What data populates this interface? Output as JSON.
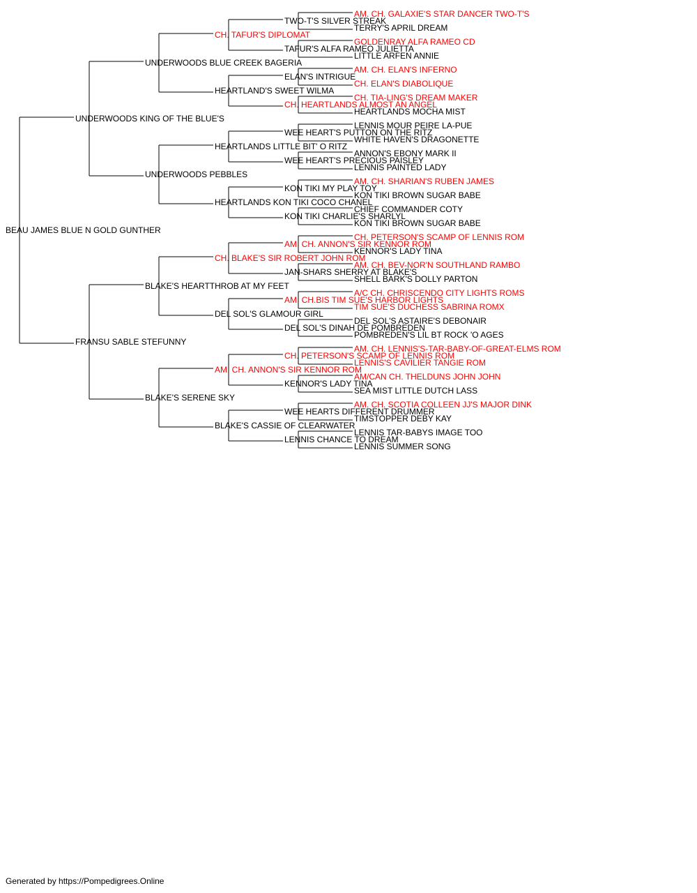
{
  "colors": {
    "champion": "#ff0000",
    "normal": "#000000",
    "line": "#000000"
  },
  "subject": {
    "name": "BEAU JAMES BLUE N GOLD GUNTHER",
    "champion": false
  },
  "ancestors": [
    {
      "name": "UNDERWOODS KING OF THE BLUE'S",
      "champion": false
    },
    {
      "name": "UNDERWOODS BLUE CREEK BAGERIA",
      "champion": false
    },
    {
      "name": "CH. TAFUR'S DIPLOMAT",
      "champion": true
    },
    {
      "name": "TWO-T'S SILVER STREAK",
      "champion": false
    },
    {
      "name": "AM. CH. GALAXIE'S STAR DANCER TWO-T'S",
      "champion": true
    },
    {
      "name": "TERRY'S APRIL DREAM",
      "champion": false
    },
    {
      "name": "TAFUR'S ALFA RAMEO JULIETTA",
      "champion": false
    },
    {
      "name": "GOLDENRAY ALFA RAMEO CD",
      "champion": true
    },
    {
      "name": "LITTLE ARFEN ANNIE",
      "champion": false
    },
    {
      "name": "HEARTLAND'S SWEET WILMA",
      "champion": false
    },
    {
      "name": "ELAN'S INTRIGUE",
      "champion": false
    },
    {
      "name": "AM. CH. ELAN'S INFERNO",
      "champion": true
    },
    {
      "name": "CH. ELAN'S DIABOLIQUE",
      "champion": true
    },
    {
      "name": "CH. HEARTLANDS ALMOST AN ANGEL",
      "champion": true
    },
    {
      "name": "CH. TIA-LING'S DREAM MAKER",
      "champion": true
    },
    {
      "name": "HEARTLANDS MOCHA MIST",
      "champion": false
    },
    {
      "name": "UNDERWOODS PEBBLES",
      "champion": false
    },
    {
      "name": "HEARTLANDS LITTLE BIT' O RITZ",
      "champion": false
    },
    {
      "name": "WEE HEART'S PUTTON ON THE RITZ",
      "champion": false
    },
    {
      "name": "LENNIS MOUR PEIRE LA-PUE",
      "champion": false
    },
    {
      "name": "WHITE HAVEN'S DRAGONETTE",
      "champion": false
    },
    {
      "name": "WEE HEART'S PRECIOUS PAISLEY",
      "champion": false
    },
    {
      "name": "ANNON'S EBONY MARK II",
      "champion": false
    },
    {
      "name": "LENNIS PAINTED LADY",
      "champion": false
    },
    {
      "name": "HEARTLANDS KON TIKI COCO CHANEL",
      "champion": false
    },
    {
      "name": "KON TIKI MY PLAY TOY",
      "champion": false
    },
    {
      "name": "AM. CH. SHARIAN'S RUBEN JAMES",
      "champion": true
    },
    {
      "name": "KON TIKI BROWN SUGAR BABE",
      "champion": false
    },
    {
      "name": "KON TIKI CHARLIE'S SHARLYL",
      "champion": false
    },
    {
      "name": "CHIEF COMMANDER COTY",
      "champion": false
    },
    {
      "name": "KON TIKI BROWN SUGAR BABE",
      "champion": false
    },
    {
      "name": "FRANSU SABLE STEFUNNY",
      "champion": false
    },
    {
      "name": "BLAKE'S HEARTTHROB AT MY FEET",
      "champion": false
    },
    {
      "name": "CH. BLAKE'S SIR ROBERT JOHN ROM",
      "champion": true
    },
    {
      "name": "AM. CH. ANNON'S SIR KENNOR ROM",
      "champion": true
    },
    {
      "name": "CH. PETERSON'S SCAMP OF LENNIS ROM",
      "champion": true
    },
    {
      "name": "KENNOR'S LADY TINA",
      "champion": false
    },
    {
      "name": "JAN-SHARS SHERRY AT BLAKE'S",
      "champion": false
    },
    {
      "name": "AM. CH. BEV-NOR'N SOUTHLAND RAMBO",
      "champion": true
    },
    {
      "name": "SHELL BARK'S DOLLY PARTON",
      "champion": false
    },
    {
      "name": "DEL SOL'S GLAMOUR GIRL",
      "champion": false
    },
    {
      "name": "AM. CH.BIS TIM SUE'S HARBOR LIGHTS",
      "champion": true
    },
    {
      "name": "A/C CH. CHRISCENDO CITY LIGHTS ROMS",
      "champion": true
    },
    {
      "name": "TIM SUE'S DUCHESS SABRINA ROMX",
      "champion": true
    },
    {
      "name": "DEL SOL'S DINAH DE POMBREDEN",
      "champion": false
    },
    {
      "name": "DEL SOL'S ASTAIRE'S DEBONAIR",
      "champion": false
    },
    {
      "name": "POMBREDEN'S LIL BT ROCK 'O AGES",
      "champion": false
    },
    {
      "name": "BLAKE'S SERENE SKY",
      "champion": false
    },
    {
      "name": "AM. CH. ANNON'S SIR KENNOR ROM",
      "champion": true
    },
    {
      "name": "CH. PETERSON'S SCAMP OF LENNIS ROM",
      "champion": true
    },
    {
      "name": "AM. CH. LENNIS'S-TAR-BABY-OF-GREAT-ELMS ROM",
      "champion": true
    },
    {
      "name": "LENNIS'S CAVILIER TANGIE ROM",
      "champion": true
    },
    {
      "name": "KENNOR'S LADY TINA",
      "champion": false
    },
    {
      "name": "AM/CAN CH. THELDUNS JOHN JOHN",
      "champion": true
    },
    {
      "name": "SEA MIST LITTLE DUTCH LASS",
      "champion": false
    },
    {
      "name": "BLAKE'S CASSIE OF CLEARWATER",
      "champion": false
    },
    {
      "name": "WEE HEARTS DIFFERENT DRUMMER",
      "champion": false
    },
    {
      "name": "AM. CH. SCOTIA COLLEEN JJ'S MAJOR DINK",
      "champion": true
    },
    {
      "name": "TIMSTOPPER DEBY KAY",
      "champion": false
    },
    {
      "name": "LENNIS CHANCE TO DREAM",
      "champion": false
    },
    {
      "name": "LENNIS TAR-BABYS IMAGE TOO",
      "champion": false
    },
    {
      "name": "LENNIS SUMMER SONG",
      "champion": false
    }
  ],
  "footer": {
    "text": "Generated by https://Pompedigrees.Online"
  }
}
